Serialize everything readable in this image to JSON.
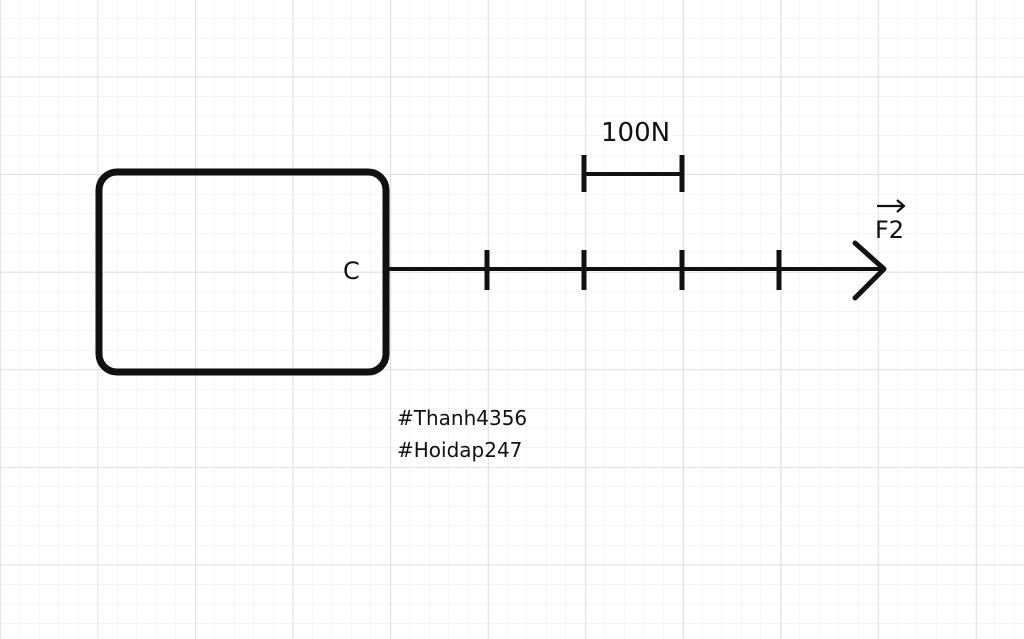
{
  "diagram": {
    "point_label": "C",
    "scale_label": "100N",
    "force_label": "F2",
    "tags": [
      "#Thanh4356",
      "#Hoidap247"
    ]
  },
  "colors": {
    "ink": "#111111",
    "grid_minor": "#ececec",
    "grid_major": "#d2d2d2",
    "background": "#ffffff"
  }
}
